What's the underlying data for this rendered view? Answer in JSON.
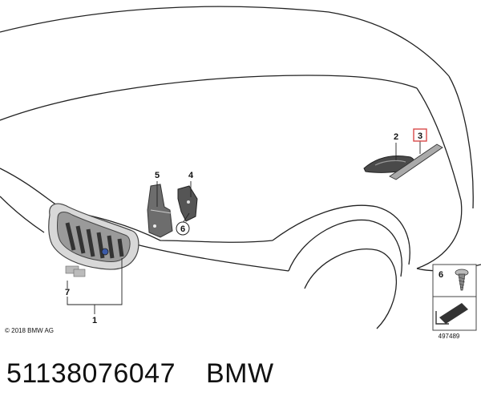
{
  "diagram": {
    "copyright": "© 2018 BMW AG",
    "drawing_id": "497489",
    "callouts": [
      "1",
      "2",
      "3",
      "4",
      "5",
      "6",
      "7"
    ],
    "inset_callout": "6"
  },
  "footer": {
    "part_number": "51138076047",
    "brand": "BMW"
  }
}
